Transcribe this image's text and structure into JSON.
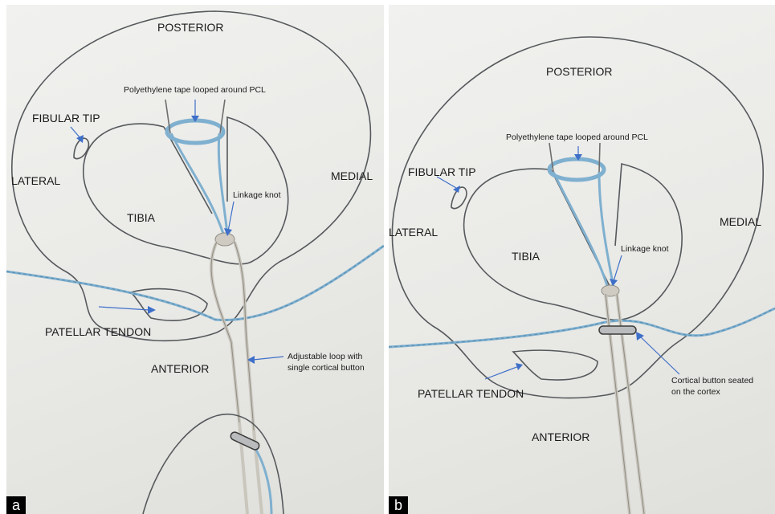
{
  "panel_a": {
    "letter": "a",
    "labels": {
      "posterior": "POSTERIOR",
      "poly_tape": "Polyethylene tape looped around PCL",
      "fibular_tip": "FIBULAR TIP",
      "lateral": "LATERAL",
      "medial": "MEDIAL",
      "tibia": "TIBIA",
      "linkage_knot": "Linkage knot",
      "patellar_tendon": "PATELLAR TENDON",
      "anterior": "ANTERIOR",
      "adjustable_loop_1": "Adjustable loop with",
      "adjustable_loop_2": "single cortical button"
    }
  },
  "panel_b": {
    "letter": "b",
    "labels": {
      "posterior": "POSTERIOR",
      "poly_tape": "Polyethylene tape looped around PCL",
      "fibular_tip": "FIBULAR TIP",
      "lateral": "LATERAL",
      "medial": "MEDIAL",
      "tibia": "TIBIA",
      "linkage_knot": "Linkage knot",
      "patellar_tendon": "PATELLAR TENDON",
      "anterior": "ANTERIOR",
      "cortical_button_1": "Cortical button seated",
      "cortical_button_2": "on the cortex"
    }
  },
  "colors": {
    "arrow": "#3e6fc9",
    "suture": "#7fb0cf",
    "outline": "#55595c",
    "background": "#ececea"
  }
}
